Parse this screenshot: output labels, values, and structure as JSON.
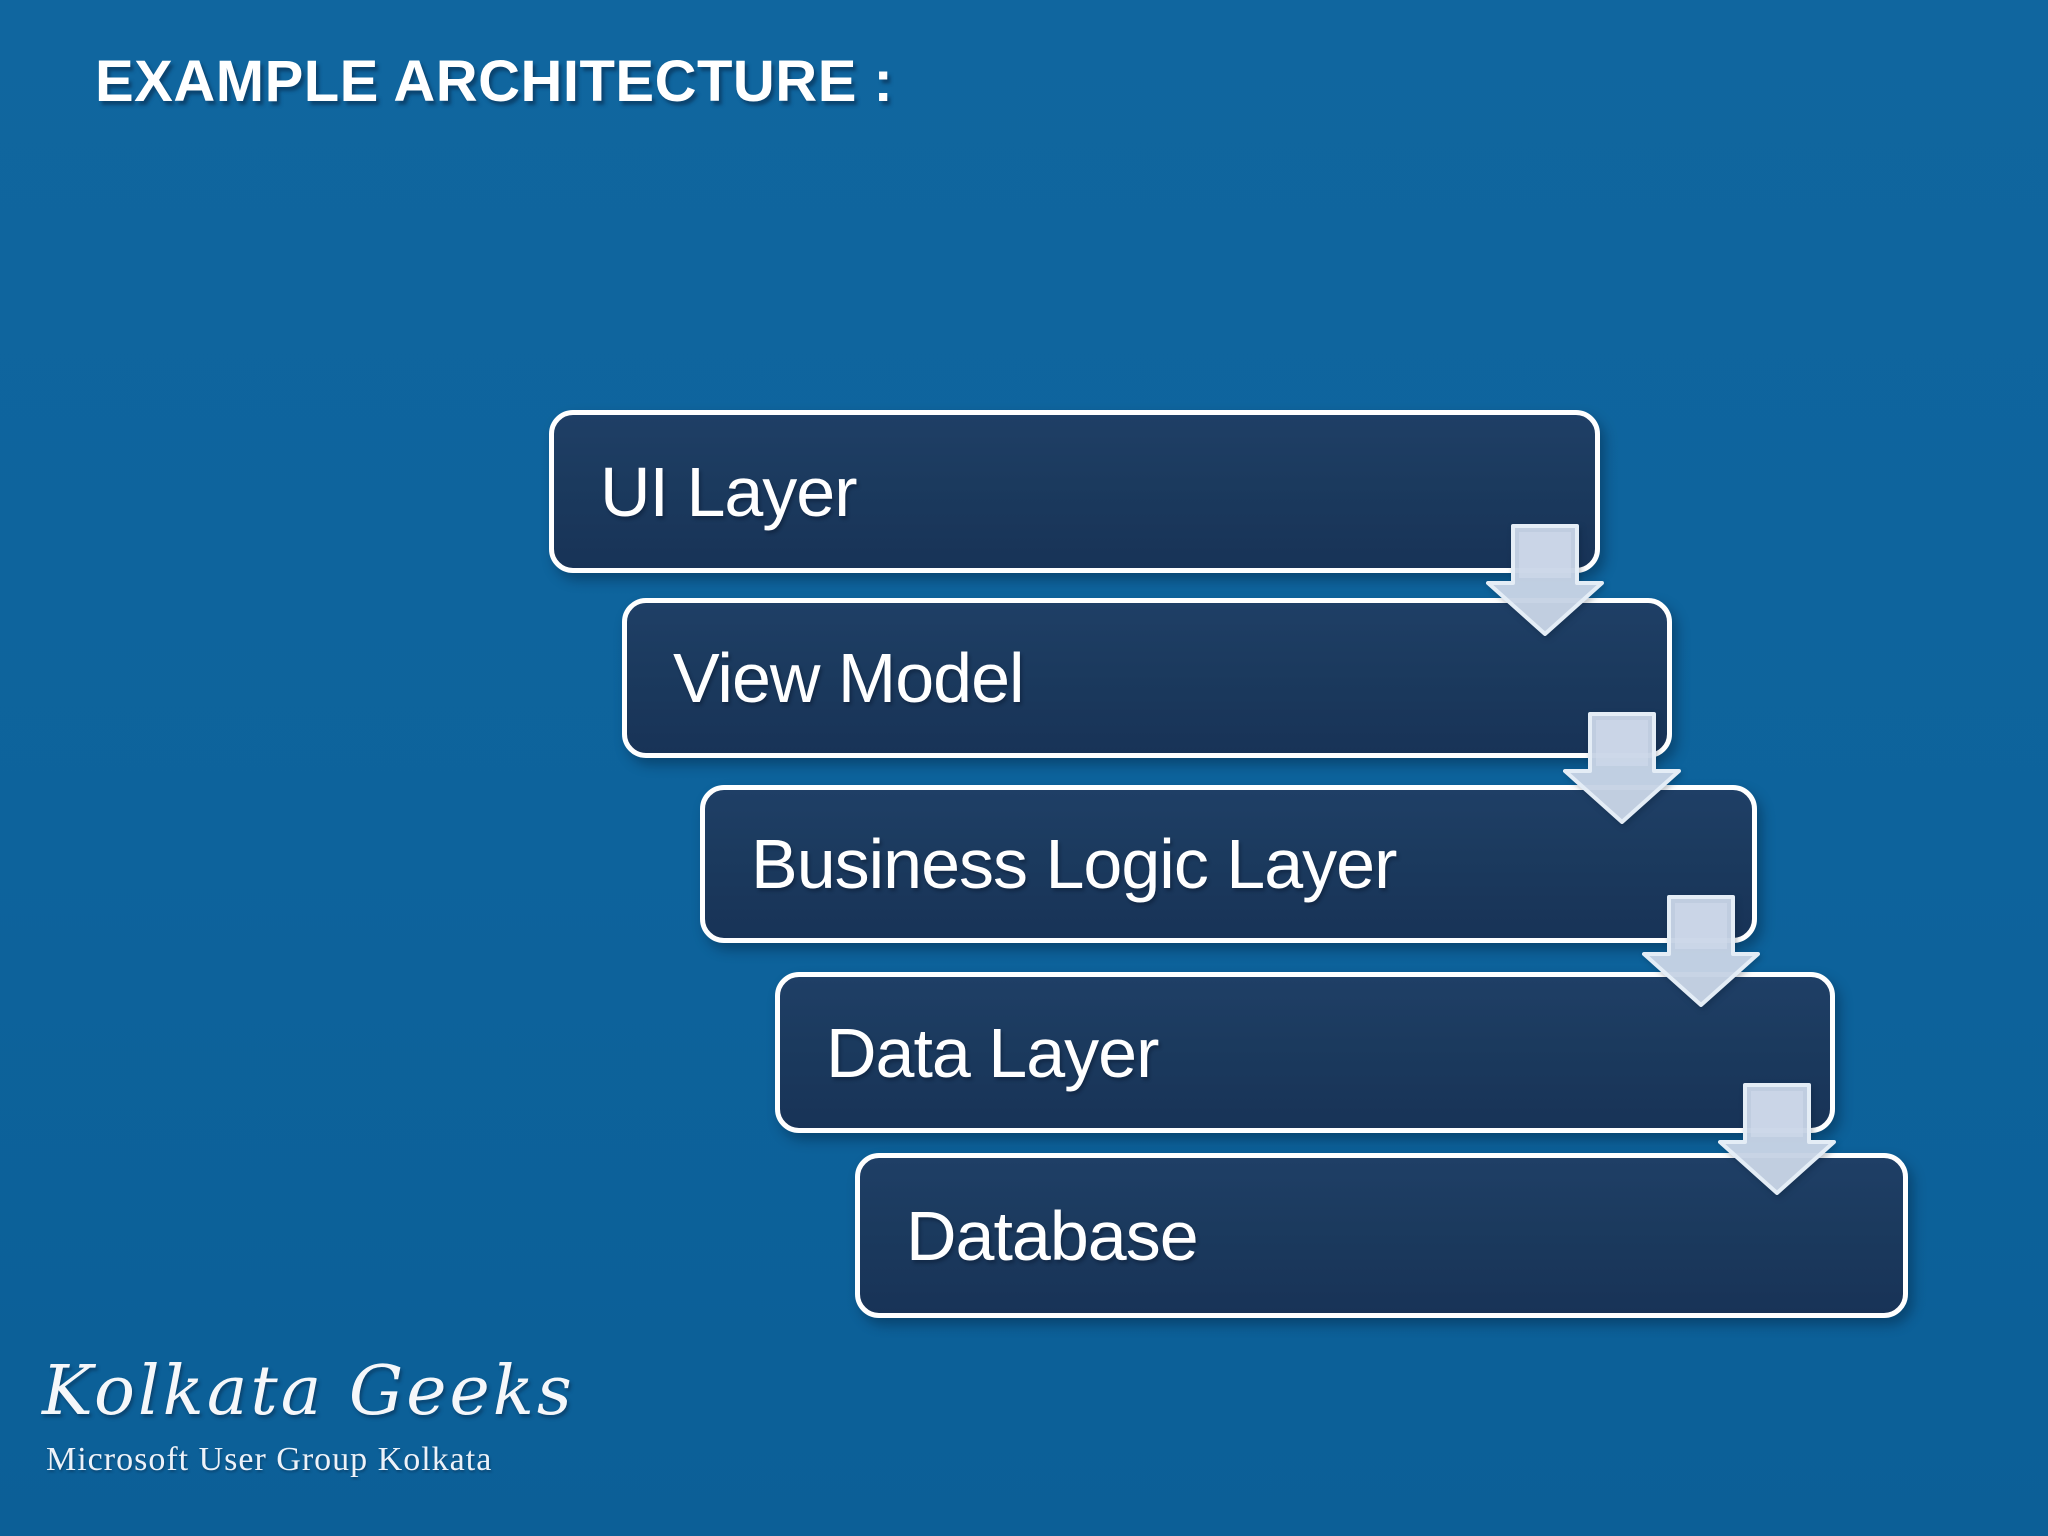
{
  "slide": {
    "title": "EXAMPLE ARCHITECTURE :",
    "background_color": "#0d639c"
  },
  "diagram": {
    "type": "layered-architecture-cascade",
    "layers": [
      {
        "label": "UI Layer"
      },
      {
        "label": "View Model"
      },
      {
        "label": "Business Logic Layer"
      },
      {
        "label": "Data Layer"
      },
      {
        "label": "Database"
      }
    ],
    "connector": "down-arrow",
    "colors": {
      "box_fill": "#1b3a5e",
      "box_border": "#ffffff",
      "arrow_fill": "#c8d4e6",
      "arrow_border": "#e4edf6",
      "text": "#ffffff"
    }
  },
  "footer": {
    "logo_text": "Kolkata Geeks",
    "logo_subtext": "Microsoft User Group Kolkata"
  }
}
